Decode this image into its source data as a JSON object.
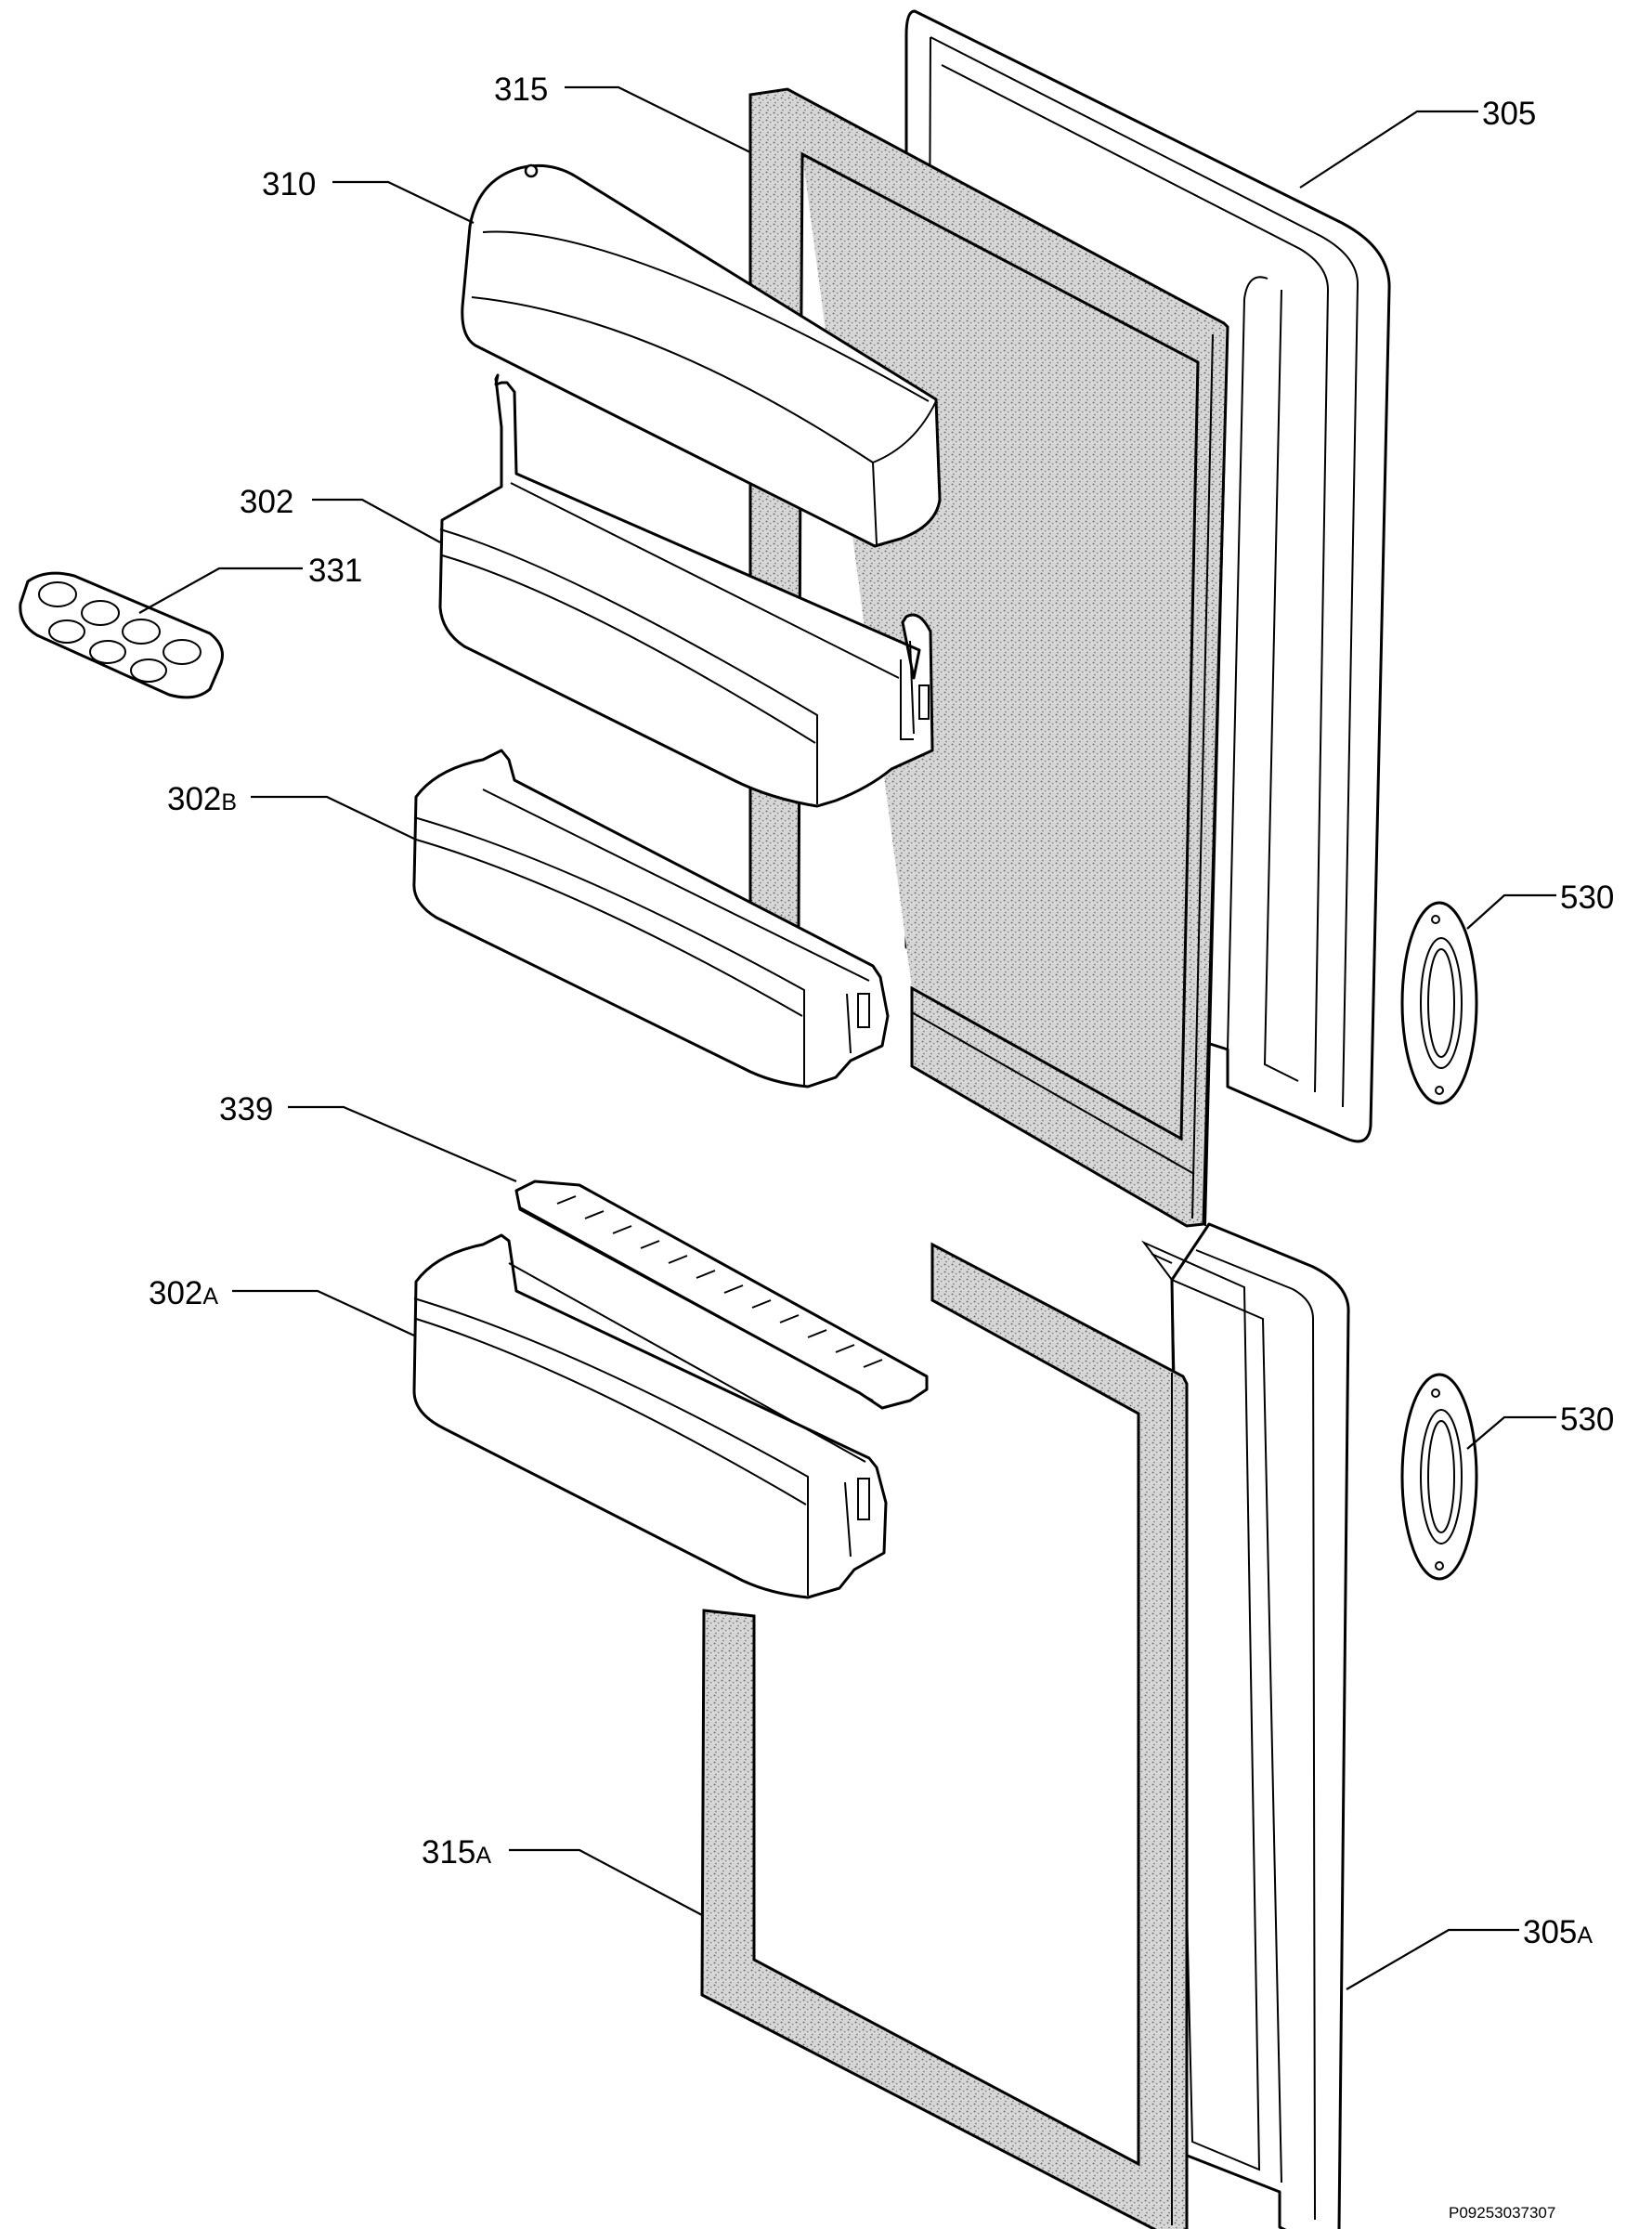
{
  "labels": {
    "p315": "315",
    "p305": "305",
    "p310": "310",
    "p302": "302",
    "p331": "331",
    "p302b": "302",
    "p302b_sfx": "B",
    "p530_upper": "530",
    "p339": "339",
    "p302a": "302",
    "p302a_sfx": "A",
    "p530_lower": "530",
    "p315a": "315",
    "p315a_sfx": "A",
    "p305a": "305",
    "p305a_sfx": "A"
  },
  "document_id": "P09253037307"
}
